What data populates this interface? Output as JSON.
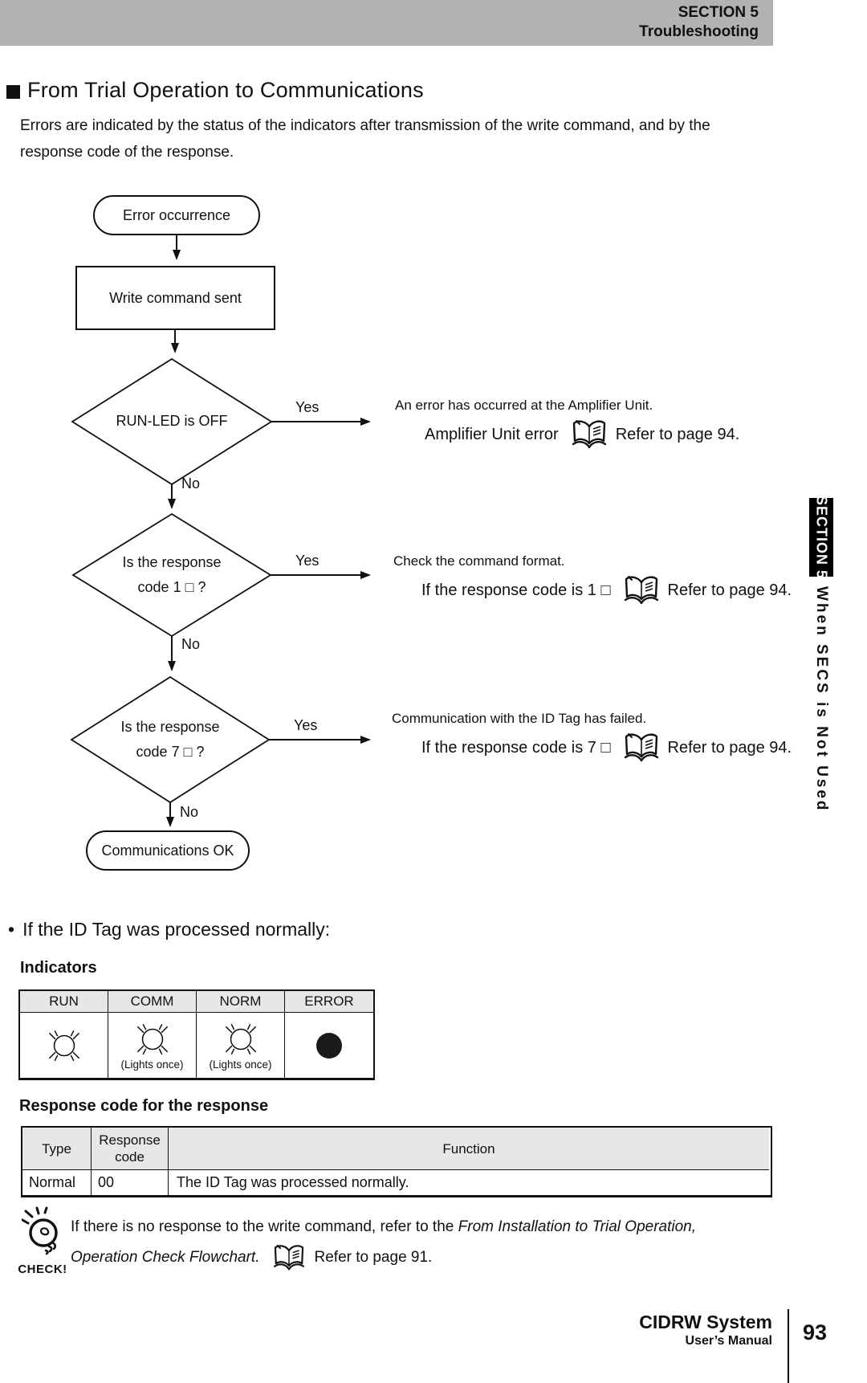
{
  "page": {
    "header": {
      "line1": "SECTION 5",
      "line2": "Troubleshooting"
    },
    "side_tab": {
      "section": "SECTION 5",
      "title": "When SECS is Not Used"
    },
    "footer": {
      "product": "CIDRW System",
      "manual": "User’s Manual",
      "page_number": "93"
    }
  },
  "colors": {
    "header_bar": "#b2b2b2",
    "table_header_bg": "#e7e7e7",
    "ink": "#111111"
  },
  "section": {
    "title": "From Trial Operation to Communications",
    "intro": "Errors are indicated by the status of the indicators after transmission of the write command, and by the\nresponse code of the response."
  },
  "flowchart": {
    "start": "Error occurrence",
    "step1": "Write command sent",
    "decision1": {
      "label": "RUN-LED is OFF",
      "yes": "Yes",
      "no": "No"
    },
    "decision2": {
      "line1": "Is the response",
      "line2": "code 1 □ ?",
      "yes": "Yes",
      "no": "No"
    },
    "decision3": {
      "line1": "Is the response",
      "line2": "code 7 □ ?",
      "yes": "Yes",
      "no": "No"
    },
    "end": "Communications OK",
    "branch1": {
      "note": "An error has occurred at the Amplifier Unit.",
      "action": "Amplifier Unit error",
      "refer": "Refer to page 94."
    },
    "branch2": {
      "note": "Check the command format.",
      "action": "If the response code is 1 □",
      "refer": "Refer to page 94."
    },
    "branch3": {
      "note": "Communication with the ID Tag has failed.",
      "action": "If the response code is 7 □",
      "refer": "Refer to page 94."
    }
  },
  "normal_case": {
    "marker": "•",
    "text": "If the ID Tag was processed normally:"
  },
  "indicators": {
    "heading": "Indicators",
    "headers": [
      "RUN",
      "COMM",
      "NORM",
      "ERROR"
    ],
    "cells": [
      {
        "icon": "lamp-lit",
        "caption": ""
      },
      {
        "icon": "lamp-lit",
        "caption": "(Lights once)"
      },
      {
        "icon": "lamp-lit",
        "caption": "(Lights once)"
      },
      {
        "icon": "dot-filled",
        "caption": ""
      }
    ]
  },
  "response_table": {
    "heading": "Response code for the response",
    "headers": {
      "type": "Type",
      "code": "Response code",
      "function": "Function"
    },
    "row": {
      "type": "Normal",
      "code": "00",
      "function": "The ID Tag was processed normally."
    }
  },
  "check_note": {
    "label": "CHECK!",
    "line1_regular": "If there is no response to the write command, refer to the ",
    "line1_italic": "From Installation to Trial Operation,",
    "line2_italic": "Operation Check Flowchart.",
    "line2_regular": "Refer to page 91.",
    "icons": {
      "note": "light-bulb",
      "reference": "open-book"
    }
  }
}
